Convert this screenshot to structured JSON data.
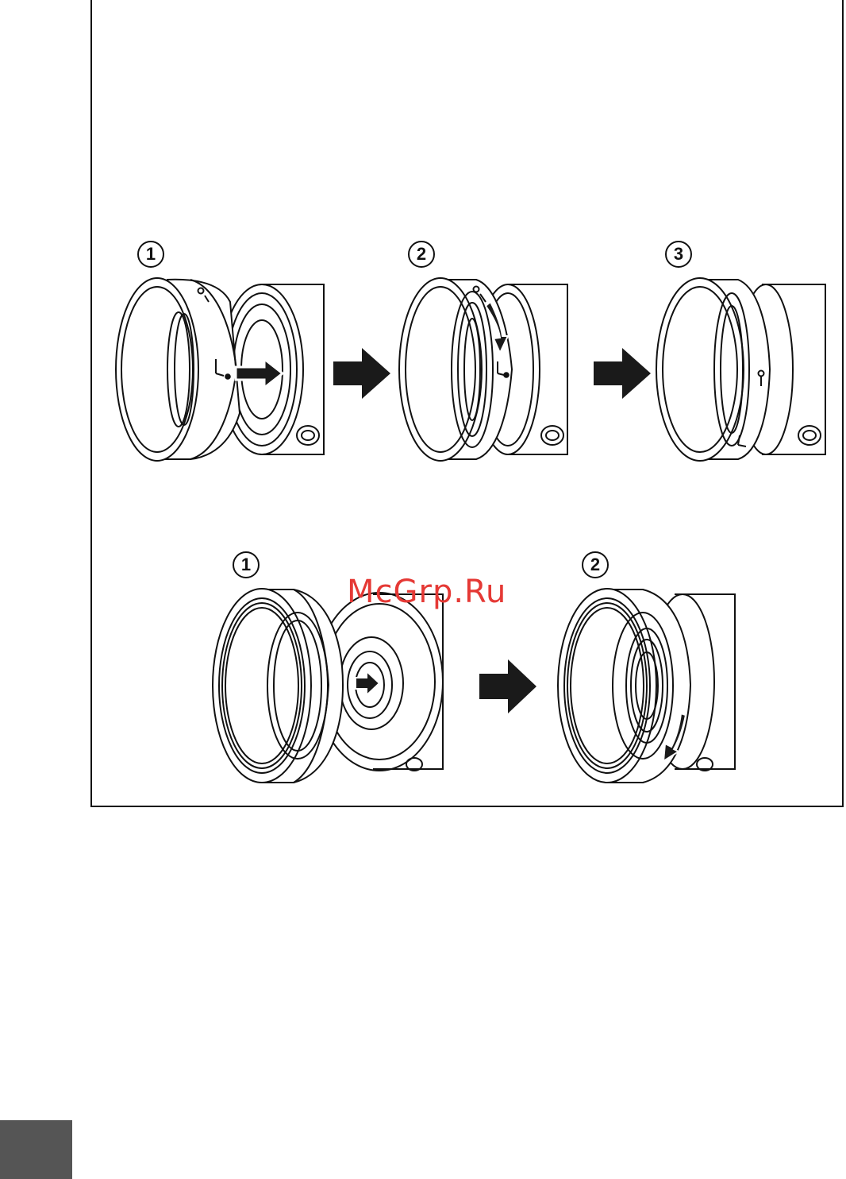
{
  "figure": {
    "top_row": {
      "steps": [
        {
          "label": "1"
        },
        {
          "label": "2"
        },
        {
          "label": "3"
        }
      ]
    },
    "bottom_row": {
      "steps": [
        {
          "label": "1"
        },
        {
          "label": "2"
        }
      ]
    },
    "arrow_color": "#1a1a1a",
    "line_color": "#111111"
  },
  "watermark": {
    "text": "McGrp.Ru",
    "color": "#e53935"
  },
  "corner_tab": {
    "color": "#555555"
  }
}
